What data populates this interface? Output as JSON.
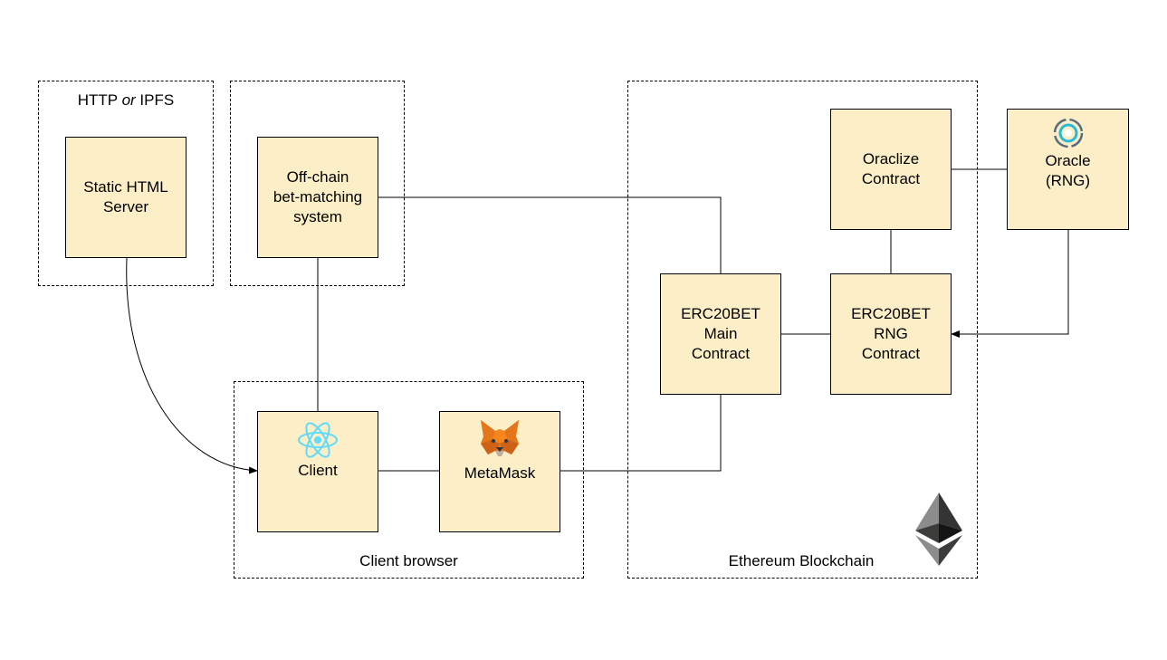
{
  "groups": {
    "http_ipfs": {
      "label_pre": "HTTP ",
      "label_em": "or",
      "label_post": " IPFS"
    },
    "offchain": {
      "label": ""
    },
    "client_browser": {
      "label": "Client browser"
    },
    "ethereum": {
      "label": "Ethereum Blockchain"
    }
  },
  "nodes": {
    "static_server": {
      "lines": [
        "Static HTML",
        "Server"
      ]
    },
    "offchain_system": {
      "lines": [
        "Off-chain",
        "bet-matching",
        "system"
      ]
    },
    "client": {
      "lines": [
        "Client"
      ],
      "icon": "react-icon"
    },
    "metamask": {
      "lines": [
        "MetaMask"
      ],
      "icon": "metamask-fox-icon"
    },
    "erc20bet_main": {
      "lines": [
        "ERC20BET",
        "Main",
        "Contract"
      ]
    },
    "erc20bet_rng": {
      "lines": [
        "ERC20BET",
        "RNG",
        "Contract"
      ]
    },
    "oraclize": {
      "lines": [
        "Oraclize",
        "Contract"
      ]
    },
    "oracle": {
      "lines": [
        "Oracle",
        "(RNG)"
      ],
      "icon": "oraclize-logo-icon"
    }
  },
  "decorations": {
    "ethereum_logo": "ethereum-diamond-icon"
  },
  "colors": {
    "node_fill": "#fcefc7",
    "react_blue": "#61dafb",
    "fox_orange": "#e2761b"
  }
}
